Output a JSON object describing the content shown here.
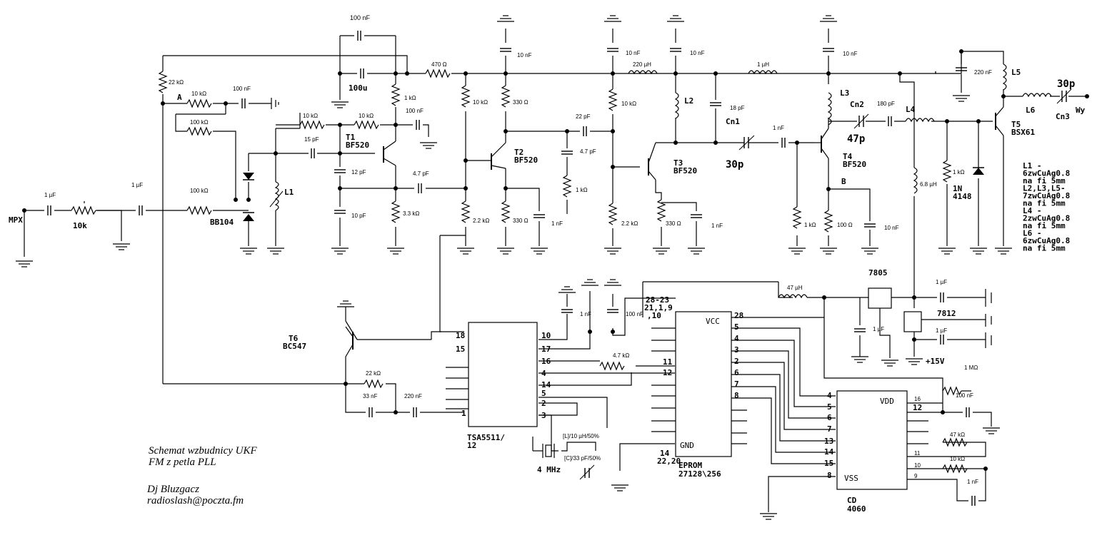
{
  "title": {
    "line1": "Schemat wzbudnicy UKF",
    "line2": "FM z petla PLL"
  },
  "author": {
    "name": "Dj Bluzgacz",
    "email": "radioslash@poczta.fm"
  },
  "component_labels": {
    "mpx": "MPX",
    "pot_10k": "10k",
    "bb104": "BB104",
    "l1": "L1",
    "t1_name": "T1",
    "t1_type": "BF520",
    "t2_name": "T2",
    "t2_type": "BF520",
    "t3_name": "T3",
    "t3_type": "BF520",
    "t4_name": "T4",
    "t4_type": "BF520",
    "t5_name": "T5",
    "t5_type": "BSX61",
    "t6_name": "T6",
    "t6_type": "BC547",
    "l2": "L2",
    "l3": "L3",
    "l4": "L4",
    "l5": "L5",
    "l6": "L6",
    "cn1": "Cn1",
    "cn1_val": "30p",
    "cn2": "Cn2",
    "cn2_val": "47p",
    "cn3": "Cn3",
    "cn3_val": "30p",
    "wy": "Wy",
    "d1n": "1N",
    "d4148": "4148",
    "point_a": "A",
    "point_b": "B",
    "reg7805": "7805",
    "reg7812": "7812",
    "supply": "+15V",
    "tsa_name": "TSA5511/",
    "tsa_sub": "12",
    "xtal": "4 MHz",
    "xtal_l": "[L]/10 µH/50%",
    "xtal_c": "[C]/33 pF/50%",
    "eprom_name": "EPROM",
    "eprom_type": "27128\\256",
    "eprom_vcc": "VCC",
    "eprom_gnd": "GND",
    "eprom_vcc_pins1": "28-23",
    "eprom_vcc_pins2": "21,1,9",
    "eprom_vcc_pins3": ",10",
    "eprom_gnd_pins1": "14",
    "eprom_gnd_pins2": "22,20",
    "cd_name": "CD",
    "cd_type": "4060",
    "cd_vdd": "VDD",
    "cd_vss": "VSS"
  },
  "coil_notes": [
    "L1 -",
    "6zwCuAg0.8",
    "na fi 5mm",
    "L2,L3,L5-",
    "7zwCuAg0.8",
    "na fi 5mm",
    "L4 -",
    "2zwCuAg0.8",
    "na fi 5mm",
    "L6 -",
    "6zwCuAg0.8",
    "na fi 5mm"
  ],
  "values": {
    "c_top": "100 nF",
    "c_100u": "100u",
    "r_22k_top": "22 kΩ",
    "r_10k_a": "10 kΩ",
    "c_100nf_a": "100 nF",
    "r_100k": "100 kΩ",
    "r_10k_b": "10 kΩ",
    "r_10k_c": "10 kΩ",
    "c_100nf_b": "100 nF",
    "c_15p": "15 pF",
    "c_12p": "12 pF",
    "c_10p": "10 pF",
    "r_1k_t1": "1 kΩ",
    "r_470": "470 Ω",
    "c_1u_a": "1 µF",
    "c_1u_b": "1 µF",
    "r_100k_b": "100 kΩ",
    "c_4p7_a": "4.7 pF",
    "r_3k3": "3.3 kΩ",
    "r_10k_t2": "10 kΩ",
    "r_2k2_t2": "2.2 kΩ",
    "c_10nf_t2": "10 nF",
    "r_330_t2c": "330 Ω",
    "r_330_t2e": "330 Ω",
    "c_1nf_t2": "1 nF",
    "c_22p": "22 pF",
    "c_4p7_b": "4.7 pF",
    "r_1k_b": "1 kΩ",
    "c_10nf_t3": "10 nF",
    "r_10k_t3": "10 kΩ",
    "r_2k2_t3": "2.2 kΩ",
    "r_330_t3": "330 Ω",
    "c_1nf_t3": "1 nF",
    "l_220u": "220 µH",
    "c_10nf_l2": "10 nF",
    "c_18p": "18 pF",
    "c_1nf_cn1": "1 nF",
    "l_1u": "1 µH",
    "c_10nf_t4": "10 nF",
    "r_1k_t4": "1 kΩ",
    "r_100_t4": "100 Ω",
    "c_10nf_b": "10 nF",
    "c_180p": "180 pF",
    "l_6u8": "6.8 µH",
    "r_1k_t5": "1 kΩ",
    "c_220nf_t5": "220 nF",
    "l_47u": "47 µH",
    "c_1u_reg1": "1 µF",
    "c_1u_reg2": "1 µF",
    "c_1u_reg3": "1 µF",
    "c_1nf_tsa": "1 nF",
    "c_100nf_tsa": "100 nF",
    "r_4k7": "4.7 kΩ",
    "r_22k_b": "22 kΩ",
    "c_33nf": "33 nF",
    "c_220nf": "220 nF",
    "r_1m": "1 MΩ",
    "c_100nf_cd": "100 nF",
    "r_47k": "47 kΩ",
    "r_10k_cd": "10 kΩ",
    "c_1nf_cd": "1 nF"
  },
  "pins": {
    "tsa": [
      "18",
      "15",
      "10",
      "17",
      "16",
      "4",
      "14",
      "5",
      "2",
      "3",
      "1"
    ],
    "eprom_right": [
      "28",
      "5",
      "4",
      "3",
      "2",
      "6",
      "7",
      "8"
    ],
    "eprom_left": [
      "11",
      "12"
    ],
    "cd_left": [
      "4",
      "5",
      "6",
      "7",
      "13",
      "14",
      "15",
      "8"
    ],
    "cd_right": [
      "16",
      "12",
      "11",
      "10",
      "9"
    ]
  }
}
